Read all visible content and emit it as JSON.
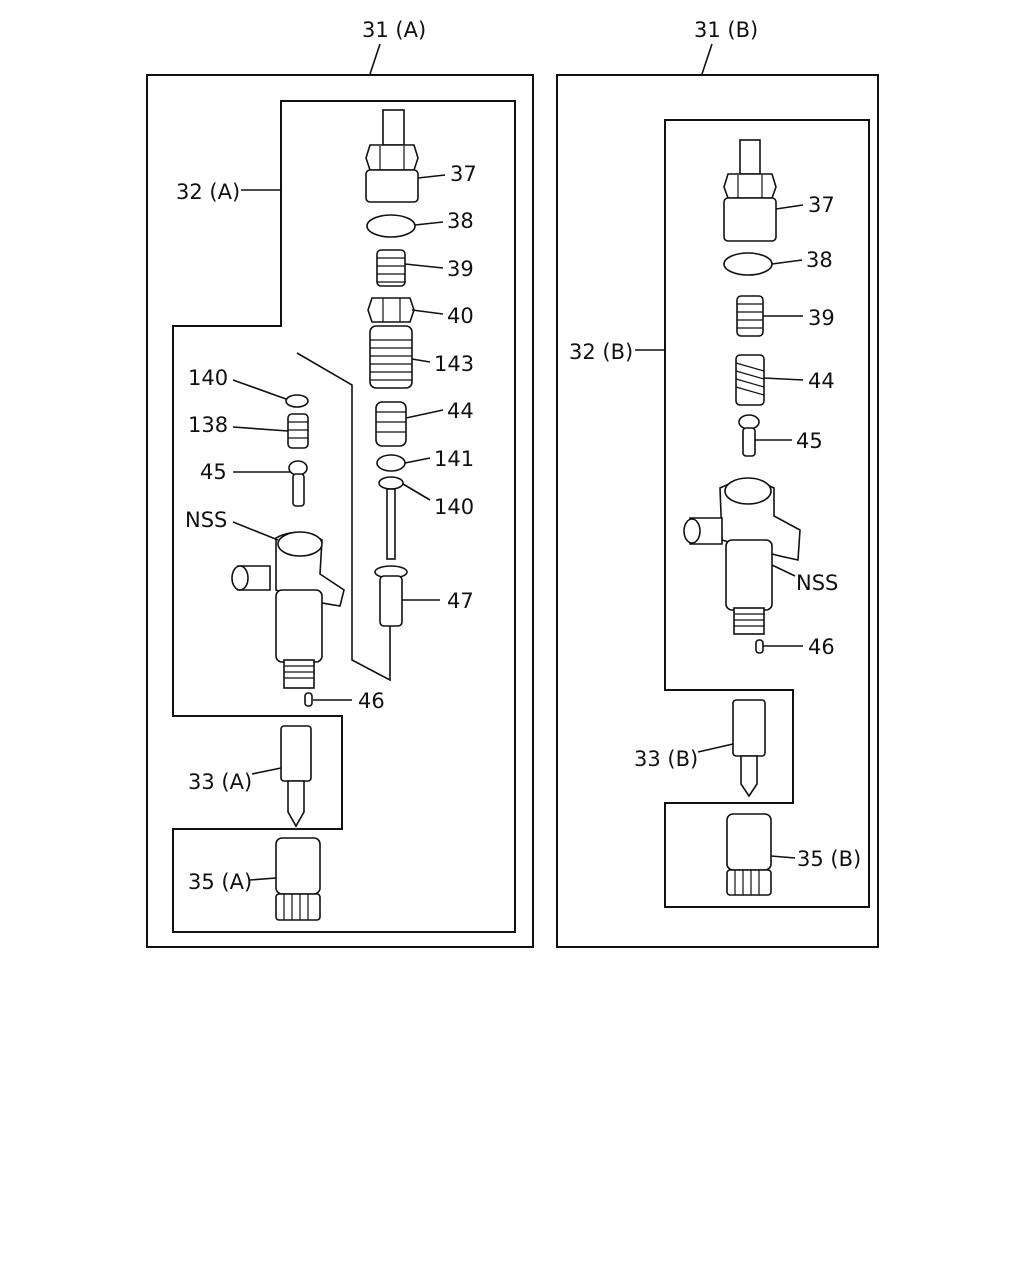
{
  "assemblies": {
    "a": {
      "label": "31 (A)",
      "group_label": "32 (A)",
      "nozzle_label": "33 (A)",
      "nut_label": "35 (A)"
    },
    "b": {
      "label": "31 (B)",
      "group_label": "32 (B)",
      "nozzle_label": "33 (B)",
      "nut_label": "35 (B)"
    }
  },
  "callouts": {
    "a": [
      "37",
      "38",
      "39",
      "40",
      "143",
      "44",
      "141",
      "140",
      "47",
      "140",
      "138",
      "45",
      "NSS",
      "46"
    ],
    "b": [
      "37",
      "38",
      "39",
      "44",
      "45",
      "NSS",
      "46"
    ]
  }
}
